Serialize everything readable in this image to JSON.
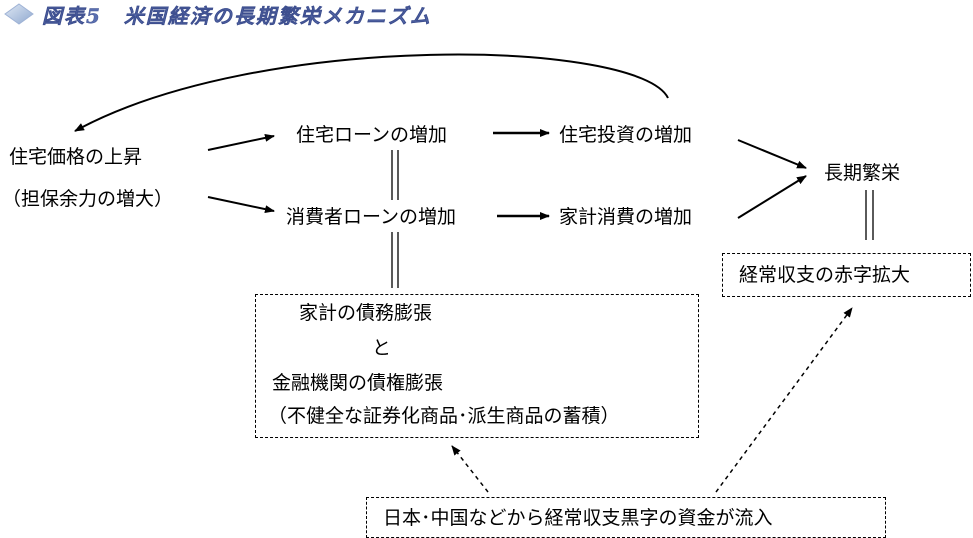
{
  "title": "図表5　米国経済の長期繁栄メカニズム",
  "nodes": {
    "housing_price": "住宅価格の上昇",
    "collateral": "（担保余力の増大）",
    "housing_loan": "住宅ローンの増加",
    "housing_invest": "住宅投資の増加",
    "consumer_loan": "消費者ローンの増加",
    "household_consumption": "家計消費の増加",
    "prosperity": "長期繁栄",
    "deficit": "経常収支の赤字拡大",
    "debt_line1": "家計の債務膨張",
    "debt_line2": "と",
    "debt_line3": "金融機関の債権膨張",
    "debt_line4": "（不健全な証券化商品･派生商品の蓄積）",
    "inflow": "日本･中国などから経常収支黒字の資金が流入"
  }
}
